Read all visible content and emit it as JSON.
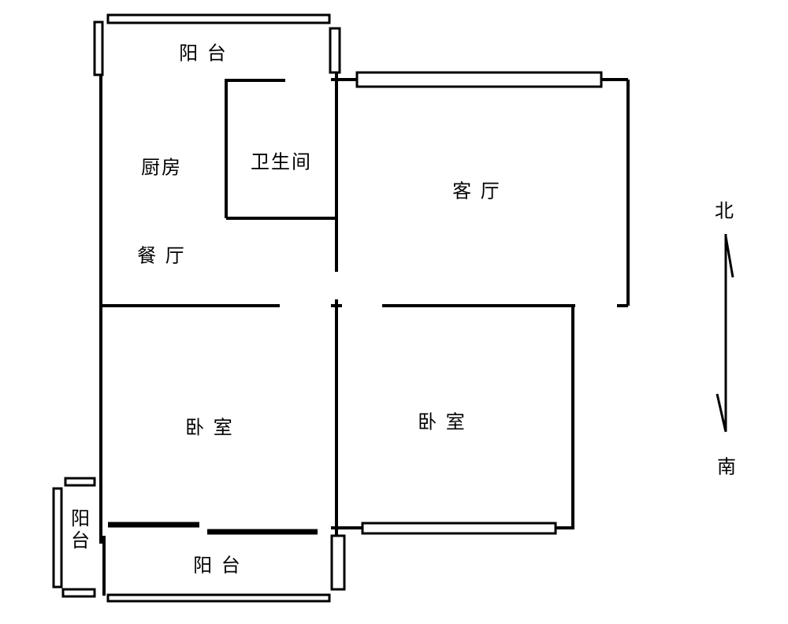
{
  "rooms": {
    "balcony_north": "阳 台",
    "kitchen": "厨房",
    "bathroom": "卫生间",
    "living_room": "客 厅",
    "dining_room": "餐 厅",
    "bedroom_left": "卧 室",
    "bedroom_right": "卧 室",
    "balcony_south": "阳 台",
    "balcony_side": "阳台"
  },
  "compass": {
    "north": "北",
    "south": "南"
  },
  "colors": {
    "wall": "#000000",
    "background": "#ffffff"
  }
}
